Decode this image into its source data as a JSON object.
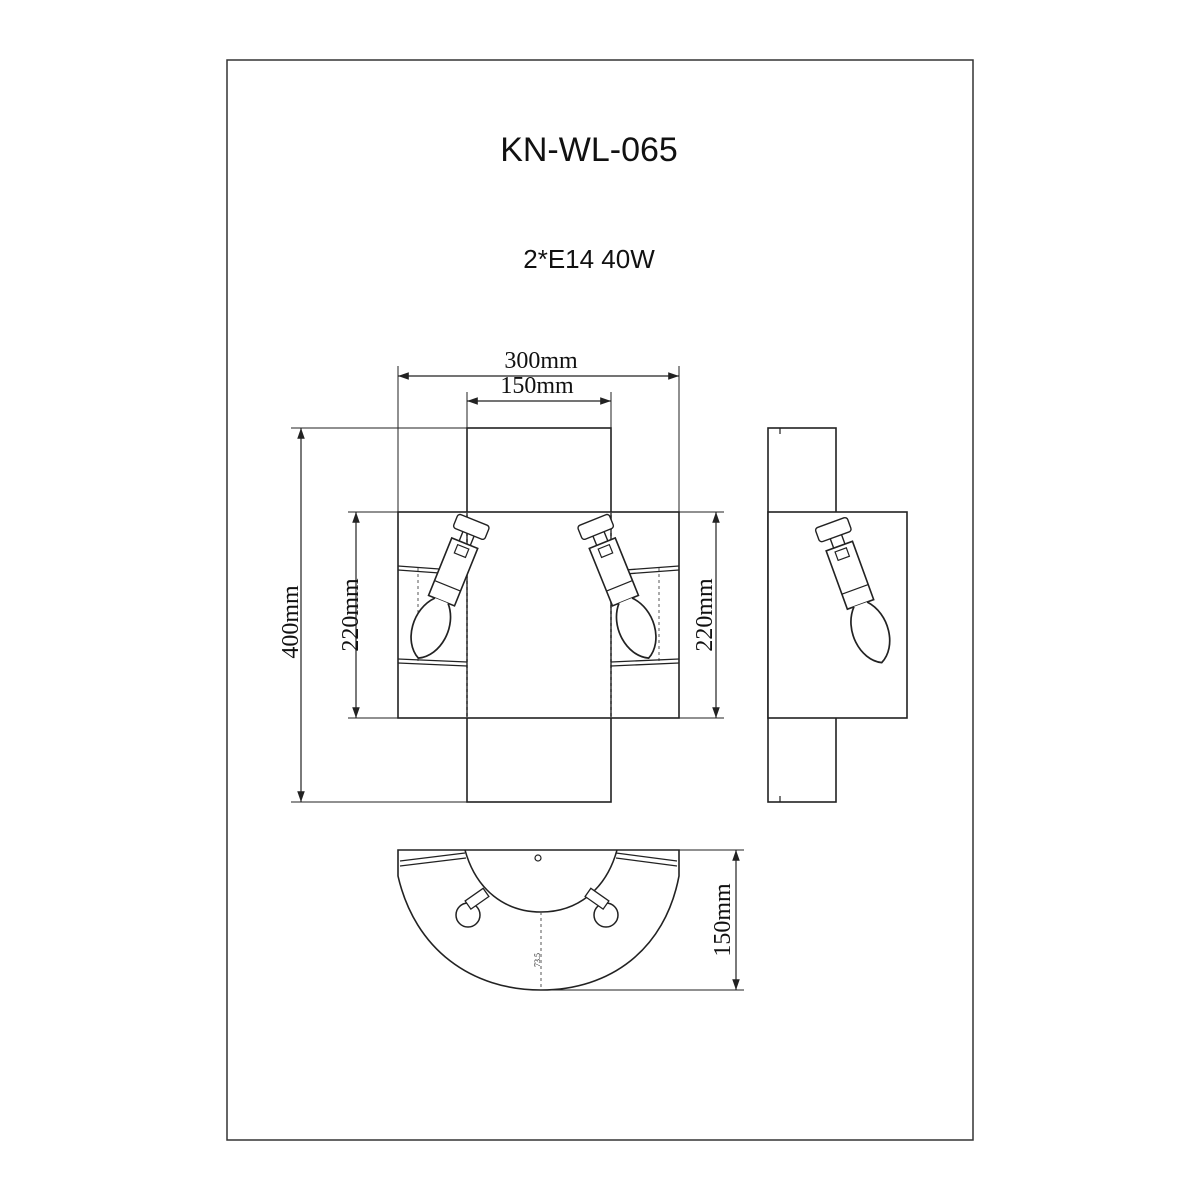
{
  "model": "KN-WL-065",
  "spec": "2*E14 40W",
  "dimensions": {
    "overall_width": "300mm",
    "backplate_width": "150mm",
    "overall_height": "400mm",
    "shade_height_left": "220mm",
    "shade_height_right": "220mm",
    "depth": "150mm",
    "small_label": "73.5"
  },
  "colors": {
    "line": "#222222",
    "background": "#ffffff"
  }
}
